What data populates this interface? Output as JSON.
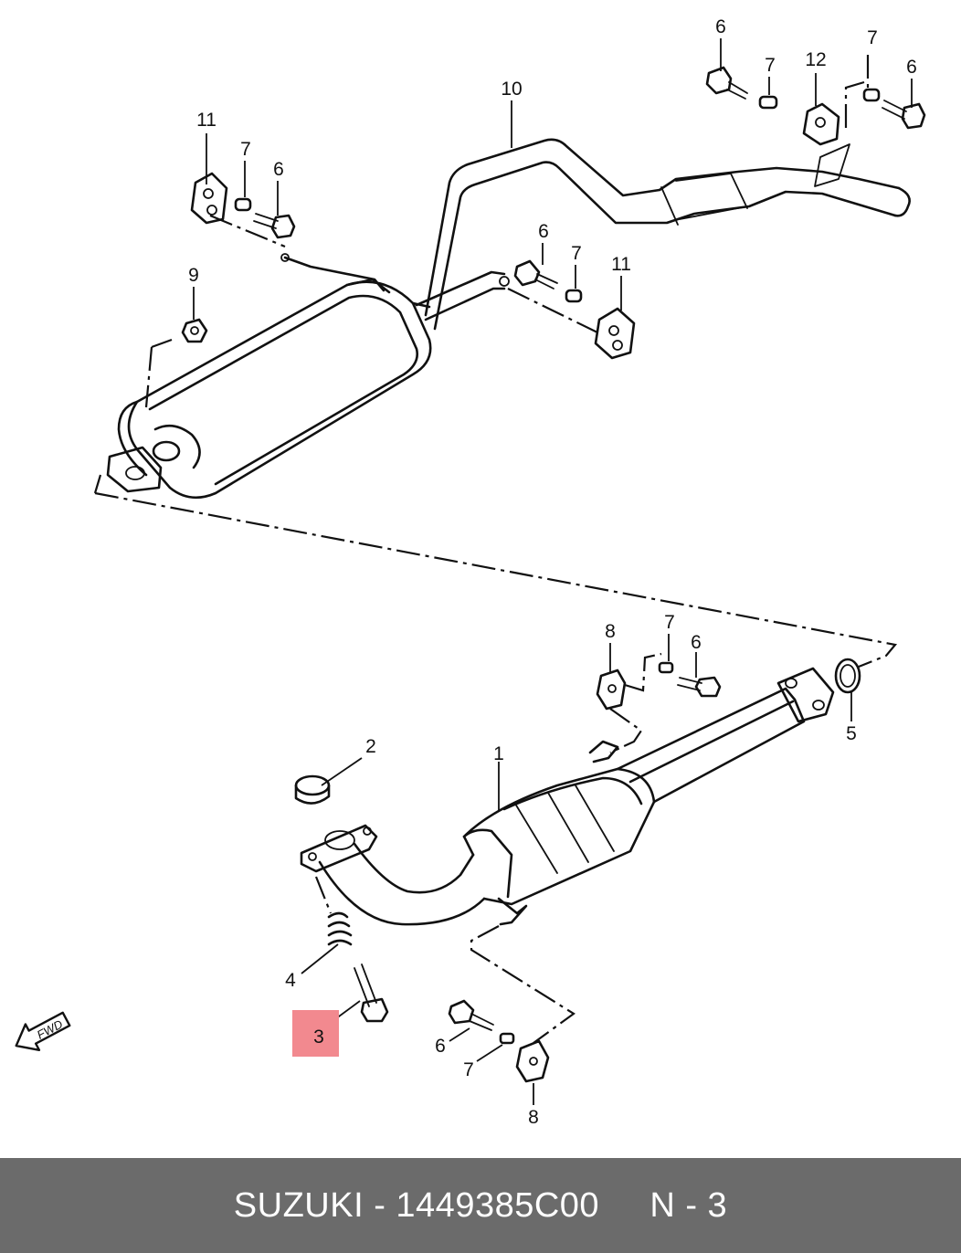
{
  "callouts": {
    "c6_top_left": "6",
    "c7_top_left": "7",
    "c12": "12",
    "c7_top_right": "7",
    "c6_top_right": "6",
    "c10": "10",
    "c11_left": "11",
    "c7_left": "7",
    "c6_left": "6",
    "c9": "9",
    "c6_mid": "6",
    "c7_mid": "7",
    "c11_mid": "11",
    "c8_upper": "8",
    "c7_lower_upper": "7",
    "c6_lower_upper": "6",
    "c5": "5",
    "c2": "2",
    "c1": "1",
    "c4": "4",
    "c3": "3",
    "c6_bottom": "6",
    "c7_bottom": "7",
    "c8_bottom": "8"
  },
  "fwd_label": "FWD",
  "highlighted_part": "3",
  "footer": {
    "brand": "SUZUKI",
    "part_number": "1449385C00",
    "position": "N - 3",
    "text": "SUZUKI - 1449385C00     N - 3",
    "background": "#6b6b6b",
    "color": "#ffffff"
  },
  "highlight_color": "#f2898f"
}
